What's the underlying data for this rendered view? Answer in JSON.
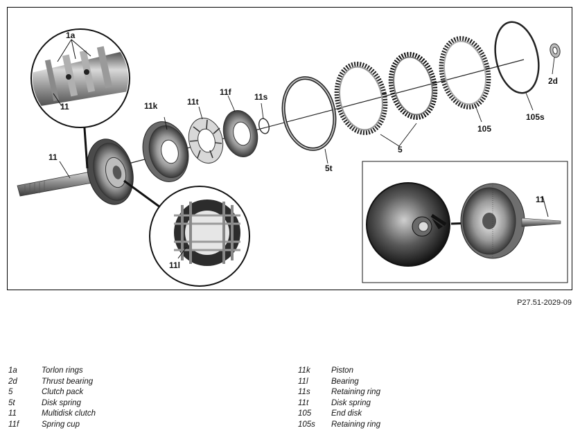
{
  "figure": {
    "id": "P27.51-2029-09",
    "callouts": [
      "1a",
      "11",
      "11k",
      "11t",
      "11f",
      "11s",
      "5t",
      "5",
      "105",
      "105s",
      "2d",
      "11l",
      "11"
    ]
  },
  "legend": {
    "left": [
      {
        "code": "1a",
        "desc": "Torlon rings"
      },
      {
        "code": "2d",
        "desc": "Thrust bearing"
      },
      {
        "code": "5",
        "desc": "Clutch pack"
      },
      {
        "code": "5t",
        "desc": "Disk spring"
      },
      {
        "code": "11",
        "desc": "Multidisk clutch"
      },
      {
        "code": "11f",
        "desc": "Spring cup"
      }
    ],
    "right": [
      {
        "code": "11k",
        "desc": "Piston"
      },
      {
        "code": "11l",
        "desc": "Bearing"
      },
      {
        "code": "11s",
        "desc": "Retaining ring"
      },
      {
        "code": "11t",
        "desc": "Disk spring"
      },
      {
        "code": "105",
        "desc": "End disk"
      },
      {
        "code": "105s",
        "desc": "Retaining ring"
      }
    ]
  }
}
